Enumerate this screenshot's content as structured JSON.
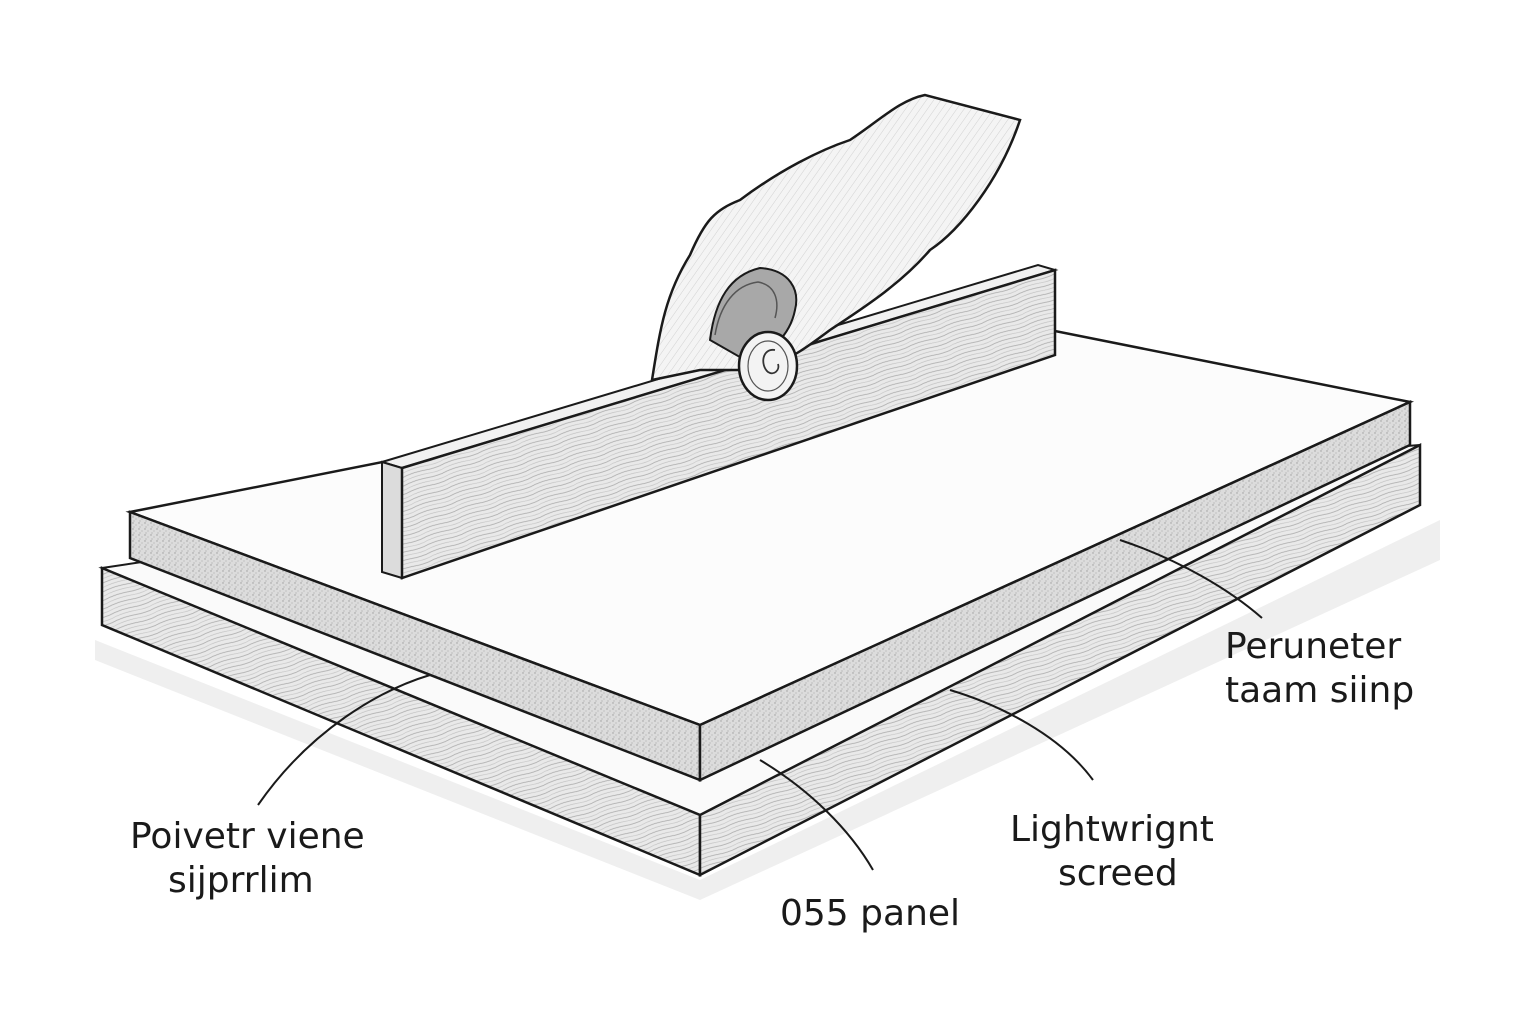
{
  "labels": {
    "left": {
      "line1": "Poivetr viene",
      "line2": "sijprrlim"
    },
    "panel": {
      "line1": "055 panel"
    },
    "screed": {
      "line1": "Lightwrignt",
      "line2": "screed"
    },
    "strip": {
      "line1": "Peruneter",
      "line2": "taam siinp"
    }
  },
  "colors": {
    "ink": "#1a1a1a",
    "paper": "#ffffff",
    "wood_face": "#e6e6e6",
    "wood_grain": "#9a9a9a",
    "screed_edge": "#d8d8d8",
    "top_surface": "#fbfbfb"
  },
  "icons": {
    "hand": "hand-holding-coin-icon",
    "coin": "coin-icon"
  }
}
